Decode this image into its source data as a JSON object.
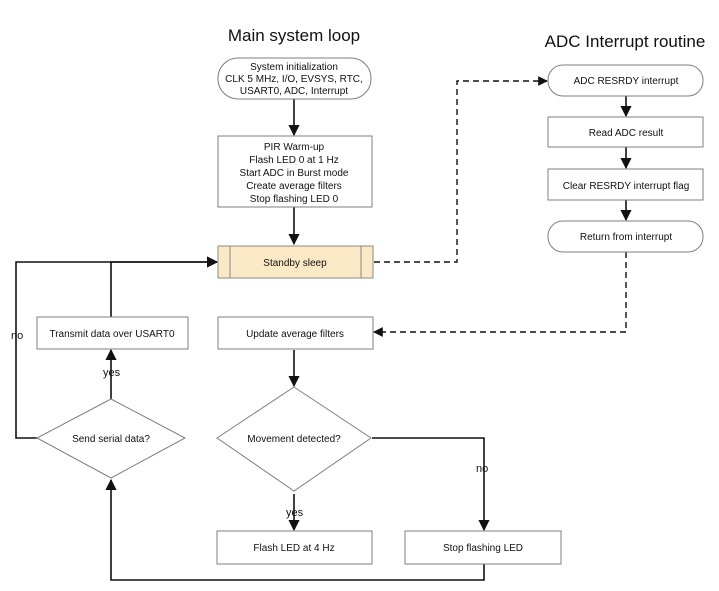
{
  "titles": {
    "main": "Main system loop",
    "adc": "ADC Interrupt routine"
  },
  "nodes": {
    "init": [
      "System initialization",
      "CLK 5 MHz, I/O, EVSYS, RTC,",
      "USART0, ADC, Interrupt"
    ],
    "warmup": [
      "PIR Warm-up",
      "Flash LED 0 at 1 Hz",
      "Start ADC in Burst mode",
      "Create average filters",
      "Stop flashing LED 0"
    ],
    "standby": [
      "Standby sleep"
    ],
    "transmit": [
      "Transmit data over USART0"
    ],
    "update": [
      "Update average filters"
    ],
    "send_decision": [
      "Send serial data?"
    ],
    "movement_decision": [
      "Movement detected?"
    ],
    "flash4": [
      "Flash LED at 4 Hz"
    ],
    "stopflash": [
      "Stop flashing LED"
    ],
    "adc_irq": [
      "ADC RESRDY interrupt"
    ],
    "read_adc": [
      "Read ADC result"
    ],
    "clear_flag": [
      "Clear RESRDY interrupt flag"
    ],
    "return_irq": [
      "Return from interrupt"
    ]
  },
  "edge_labels": {
    "no_left": "no",
    "yes_send": "yes",
    "yes_move": "yes",
    "no_move": "no"
  }
}
